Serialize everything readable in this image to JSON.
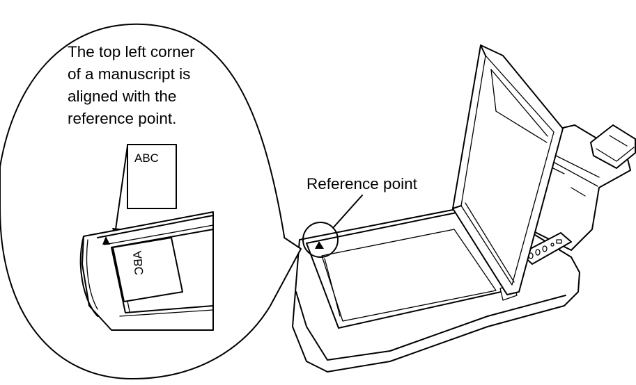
{
  "figure": {
    "callout_lines": [
      "The top left corner",
      "of a manuscript is",
      "aligned with the",
      "reference point."
    ],
    "manuscript_text": "ABC",
    "manuscript_text_mirrored": "ABC",
    "reference_label": "Reference point"
  },
  "icons": {
    "reference_marker": "triangle-marker-icon",
    "scanner": "flatbed-scanner-icon"
  },
  "colors": {
    "line": "#000000",
    "background": "#ffffff"
  }
}
